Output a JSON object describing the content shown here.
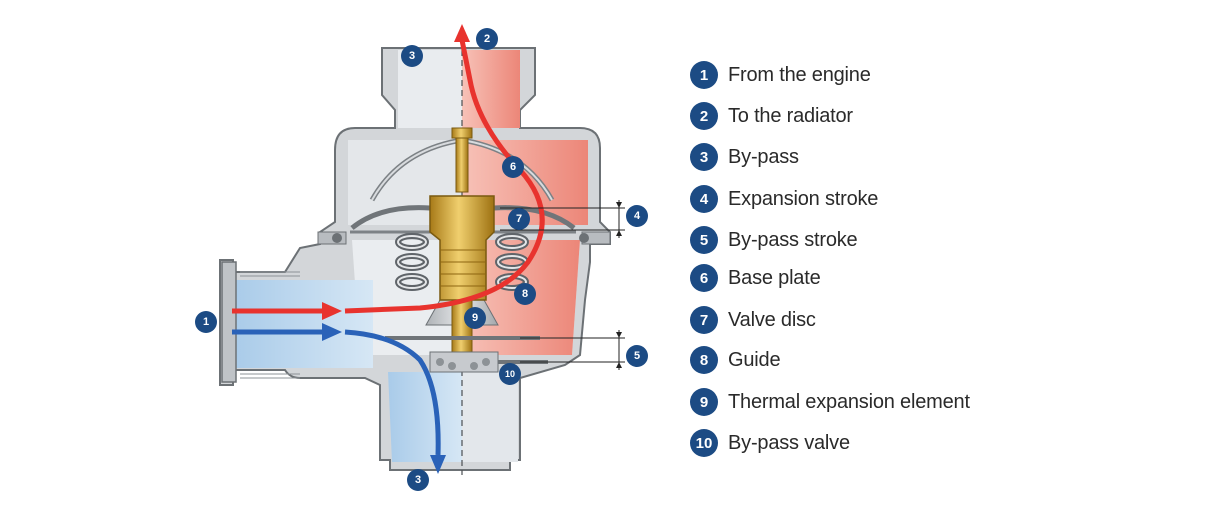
{
  "callouts": [
    {
      "num": "1",
      "label": "From the engine"
    },
    {
      "num": "2",
      "label": "To the radiator"
    },
    {
      "num": "3",
      "label": "By-pass"
    },
    {
      "num": "4",
      "label": "Expansion stroke"
    },
    {
      "num": "5",
      "label": "By-pass stroke"
    },
    {
      "num": "6",
      "label": "Base plate"
    },
    {
      "num": "7",
      "label": "Valve disc"
    },
    {
      "num": "8",
      "label": "Guide"
    },
    {
      "num": "9",
      "label": "Thermal expansion element"
    },
    {
      "num": "10",
      "label": "By-pass valve"
    }
  ],
  "colors": {
    "badge": "#1c4b84",
    "hot_flow": "#e8332e",
    "cold_flow": "#2a62b8",
    "hot_fill": "#f4a89c",
    "cold_fill": "#b8d6ef",
    "housing": "#c9ccd0",
    "brass": "#d9a83a"
  }
}
